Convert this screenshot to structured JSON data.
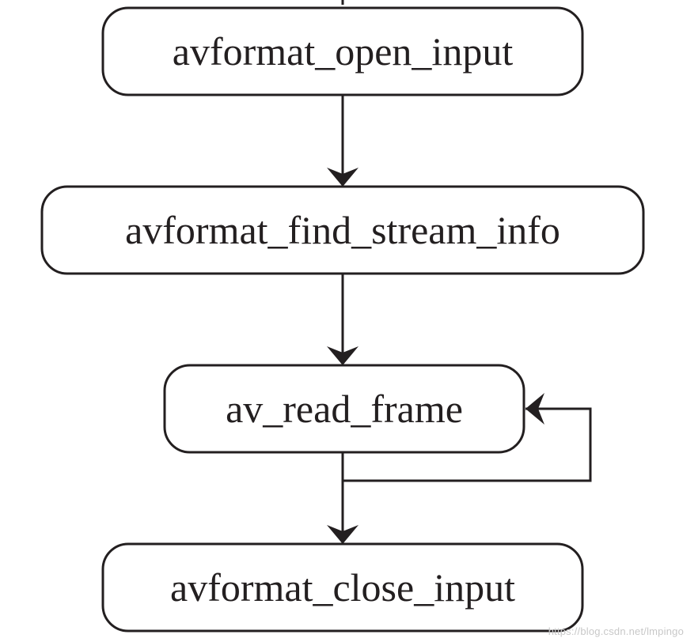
{
  "diagram": {
    "colors": {
      "stroke": "#231f20",
      "fill": "#ffffff",
      "text": "#231f20",
      "watermark": "#c8c8c8"
    },
    "nodes": [
      {
        "id": "open",
        "label": "avformat_open_input"
      },
      {
        "id": "find",
        "label": "avformat_find_stream_info"
      },
      {
        "id": "read",
        "label": "av_read_frame"
      },
      {
        "id": "close",
        "label": "avformat_close_input"
      }
    ],
    "edges": [
      {
        "from": "entry",
        "to": "open"
      },
      {
        "from": "open",
        "to": "find"
      },
      {
        "from": "find",
        "to": "read"
      },
      {
        "from": "read",
        "to": "read",
        "kind": "loop"
      },
      {
        "from": "read",
        "to": "close"
      }
    ]
  },
  "watermark": "https://blog.csdn.net/lmpingo"
}
